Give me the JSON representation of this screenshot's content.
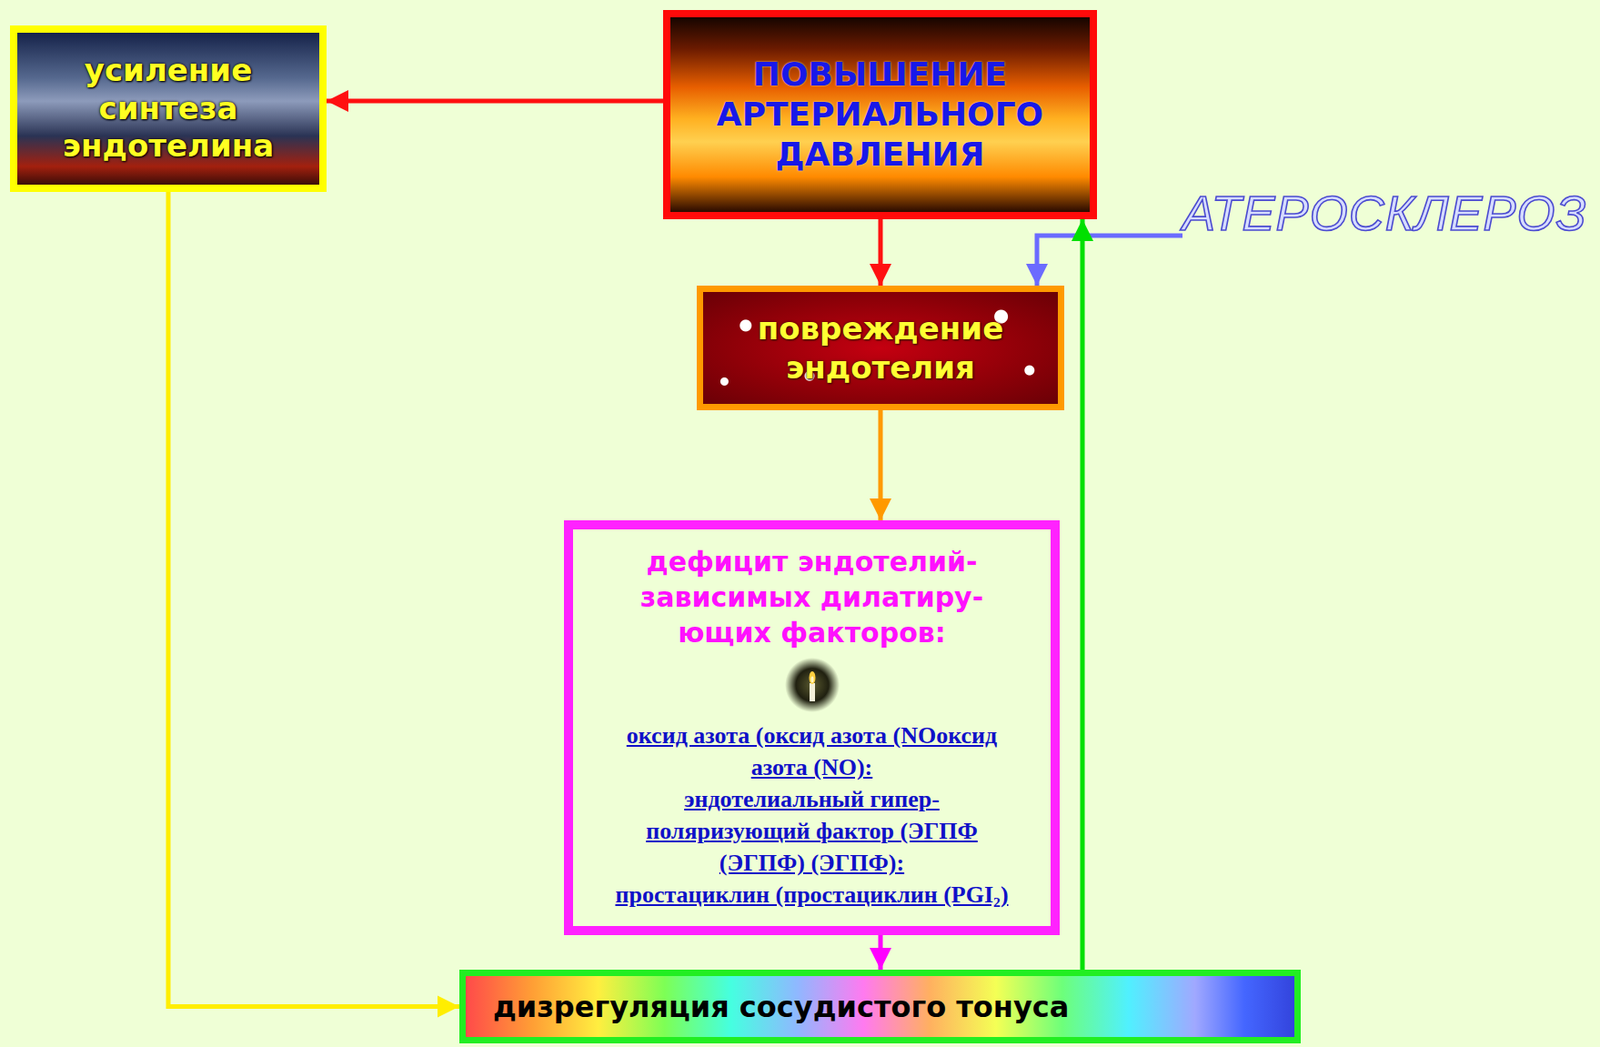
{
  "diagram": {
    "nodes": [
      {
        "text": [
          "усиление синтеза эндотелина"
        ]
      },
      {
        "text": [
          "ПОВЫШЕНИЕ АРТЕРИАЛЬНОГО ДАВЛЕНИЯ"
        ]
      },
      {
        "text": [
          "АТЕРОСКЛЕРОЗ"
        ]
      },
      {
        "text": [
          "повреждение эндотелия"
        ]
      },
      {
        "text": [
          "дефицит эндотелий-зависимых дилатиру-ющих факторов:",
          "оксид азота (оксид азота (NOоксид азота (NO):",
          "эндотелиальный гипер-поляризующий фактор (ЭГПФ (ЭГПФ) (ЭГПФ):",
          "простациклин (простациклин (PGI₂)"
        ]
      },
      {
        "text": [
          "дизрегуляция сосудистого тонуса"
        ]
      }
    ],
    "edges": [
      {
        "from": 1,
        "to": 0,
        "arrow": "to"
      },
      {
        "from": 1,
        "to": 3,
        "arrow": "to"
      },
      {
        "from": 2,
        "to": 3,
        "arrow": "to"
      },
      {
        "from": 3,
        "to": 4,
        "arrow": "to"
      },
      {
        "from": 4,
        "to": 5,
        "arrow": "to"
      },
      {
        "from": 0,
        "to": 5,
        "arrow": "to"
      },
      {
        "from": 5,
        "to": 1,
        "arrow": "to"
      }
    ]
  }
}
